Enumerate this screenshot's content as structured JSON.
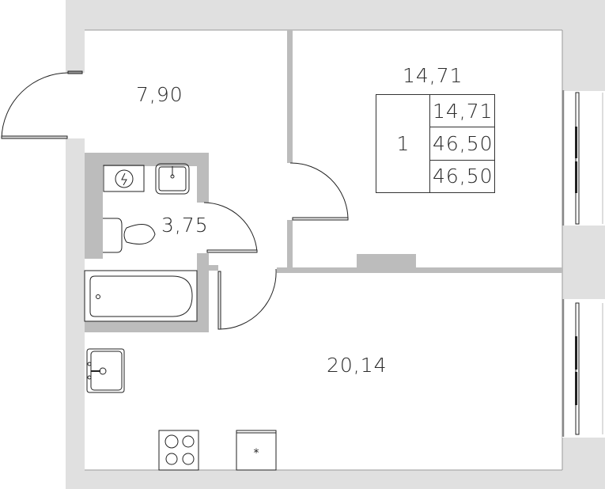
{
  "plan": {
    "type": "apartment-floor-plan",
    "colors": {
      "outer_wall": "#e0e0e0",
      "inner_wall": "#bcbcbc",
      "line": "#333333",
      "background": "#ffffff"
    }
  },
  "rooms": {
    "hallway": {
      "area": "7,90"
    },
    "bathroom": {
      "area": "3,75"
    },
    "bedroom": {
      "area": "14,71"
    },
    "kitchen_living": {
      "area": "20,14"
    }
  },
  "legend": {
    "rooms_count": "1",
    "living_area": "14,71",
    "total_area": "46,50",
    "total_area_with_balcony": "46,50"
  },
  "fixtures": {
    "bathroom": [
      "boiler-icon",
      "washbasin-icon",
      "toilet-icon",
      "bathtub-icon"
    ],
    "kitchen": [
      "kitchen-sink-icon",
      "stove-icon",
      "fridge-icon"
    ],
    "fridge_symbol": "*"
  }
}
